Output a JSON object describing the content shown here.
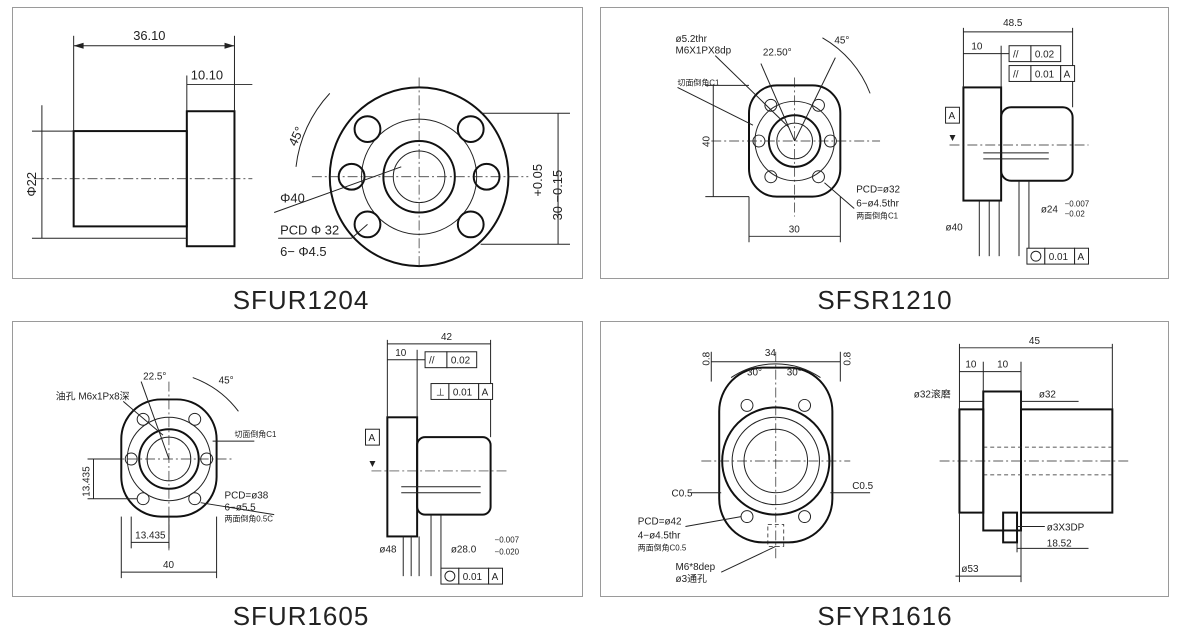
{
  "figures": [
    {
      "caption": "SFUR1204",
      "labels": {
        "length_overall": "36.10",
        "flange_thickness": "10.10",
        "shaft_dia": "Φ22",
        "angle": "45°",
        "tolerance_plus": "+0.05",
        "tolerance_minus": "30 −0.15",
        "outer_dia": "Φ40",
        "pcd": "PCD Φ 32",
        "holes": "6− Φ4.5"
      }
    },
    {
      "caption": "SFSR1210",
      "labels": {
        "thread_hole": "ø5.2thr",
        "oil_hole": "M6X1PX8dp",
        "angle_small": "22.50°",
        "angle_large": "45°",
        "chamfer": "切面倒角C1",
        "height": "40",
        "width": "30",
        "pcd": "PCD=ø32",
        "holes": "6−ø4.5thr",
        "chamfer2": "两面倒角C1",
        "length": "48.5",
        "flange": "10",
        "parallel1": "0.02",
        "parallel2": "0.01",
        "datum": "A",
        "outer_dia": "ø40",
        "shaft_dia": "ø24",
        "shaft_tol_upper": "−0.007",
        "shaft_tol_lower": "−0.02",
        "concentric": "0.01"
      }
    },
    {
      "caption": "SFUR1605",
      "labels": {
        "oil_hole": "油孔 M6x1Px8深",
        "angle_small": "22.5°",
        "angle_large": "45°",
        "chamfer": "切面倒角C1",
        "dim_v": "13.435",
        "dim_h": "13.435",
        "width": "40",
        "pcd": "PCD=ø38",
        "holes": "6−ø5.5",
        "chamfer2": "两面倒角0.5C",
        "length": "42",
        "flange": "10",
        "parallel": "0.02",
        "perp": "0.01",
        "datum": "A",
        "outer_dia": "ø48",
        "shaft_dia": "ø28.0",
        "shaft_tol_upper": "−0.007",
        "shaft_tol_lower": "−0.020",
        "concentric": "0.01"
      }
    },
    {
      "caption": "SFYR1616",
      "labels": {
        "surface_left": "0.8",
        "surface_right": "0.8",
        "width": "34",
        "angle_left": "30°",
        "angle_right": "30°",
        "chamfer_left": "C0.5",
        "chamfer_right": "C0.5",
        "pcd": "PCD=ø42",
        "holes": "4−ø4.5thr",
        "chamfer2": "两面倒角C0.5",
        "oil_hole": "M6*8dep",
        "oil_hole2": "ø3通孔",
        "length": "45",
        "seg1": "10",
        "seg2": "10",
        "bore_left": "ø32滚磨",
        "bore_right": "ø32",
        "pin_hole": "ø3X3DP",
        "offset": "18.52",
        "outer_dia": "ø53"
      }
    }
  ]
}
